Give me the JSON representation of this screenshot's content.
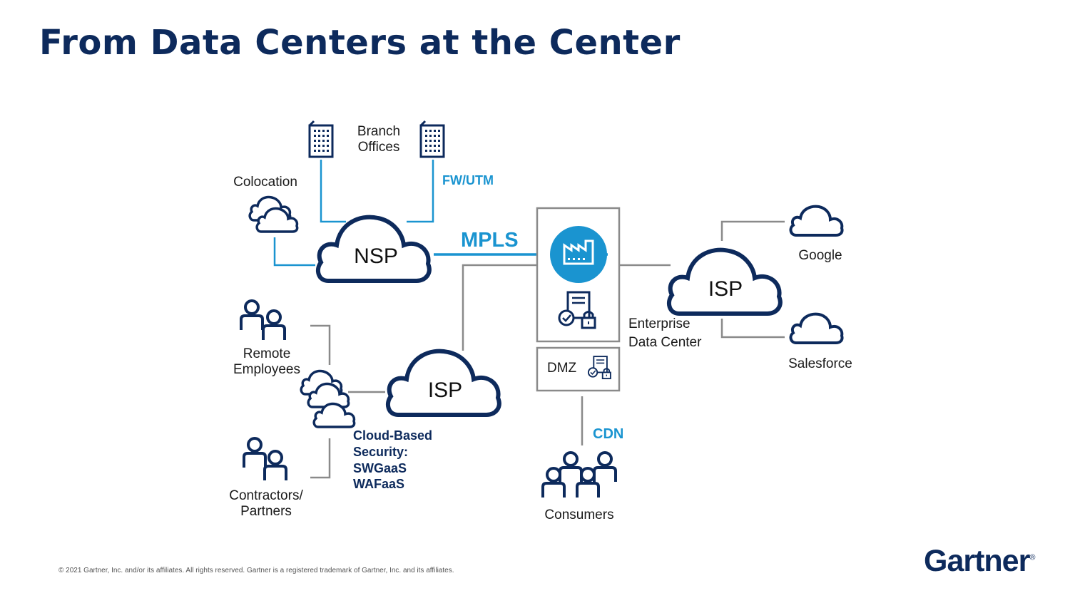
{
  "title": "From Data Centers at the Center",
  "labels": {
    "branch_offices": [
      "Branch",
      "Offices"
    ],
    "colocation": "Colocation",
    "fw_utm": "FW/UTM",
    "mpls": "MPLS",
    "nsp": "NSP",
    "isp_enterprise": "ISP",
    "isp_remote": "ISP",
    "google": "Google",
    "salesforce": "Salesforce",
    "enterprise_dc": [
      "Enterprise",
      "Data Center"
    ],
    "remote_employees": [
      "Remote",
      "Employees"
    ],
    "contractors": [
      "Contractors/",
      "Partners"
    ],
    "cloud_security": [
      "Cloud-Based",
      "Security:",
      "SWGaaS",
      "WAFaaS"
    ],
    "dmz": "DMZ",
    "cdn": "CDN",
    "consumers": "Consumers"
  },
  "footer": "© 2021 Gartner, Inc. and/or its affiliates. All rights reserved. Gartner is a registered trademark of Gartner, Inc. and its affiliates.",
  "logo": "Gartner",
  "colors": {
    "navy": "#0d2a5c",
    "blue": "#1a94d0",
    "gray": "#8a8a8a"
  }
}
